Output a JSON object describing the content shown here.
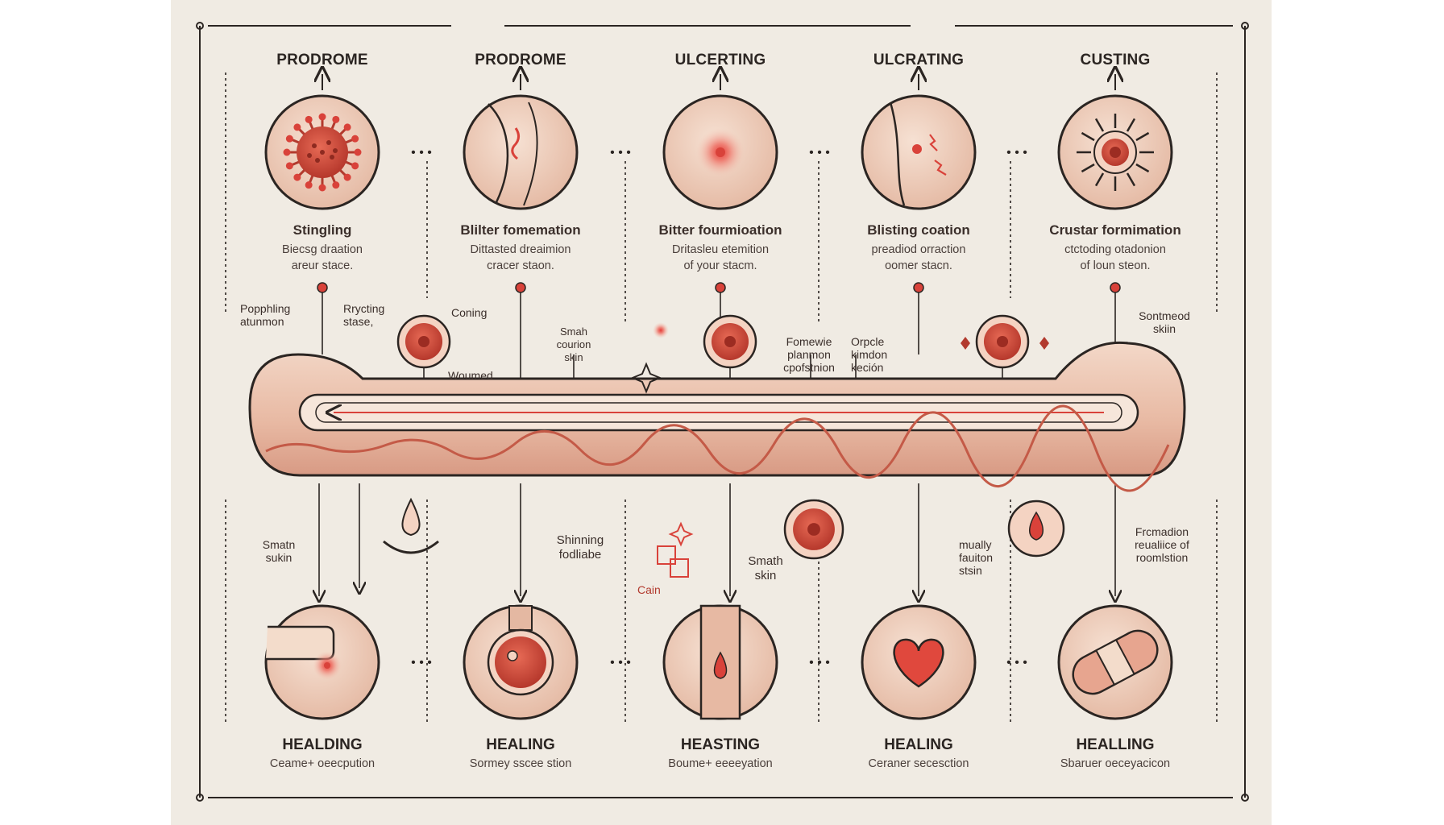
{
  "colors": {
    "paper": "#f0ebe3",
    "ink": "#2b2522",
    "skin": "#e9c2ad",
    "skin_light": "#f3dccb",
    "red": "#d9423a",
    "red_dark": "#b23a2e",
    "band": "#e7b9a3"
  },
  "top_stages": [
    {
      "title": "PRODROME",
      "name": "Stingling",
      "desc": [
        "Biecsg draation",
        "areur stace."
      ],
      "icon": "virus-icon"
    },
    {
      "title": "PRODROME",
      "name": "Blilter fomemation",
      "desc": [
        "Dittasted dreaimion",
        "cracer staon."
      ],
      "icon": "skin-fold-icon"
    },
    {
      "title": "ULCERTING",
      "name": "Bitter fourmioation",
      "desc": [
        "Dritasleu etemition",
        "of your stacm."
      ],
      "icon": "red-spot-icon"
    },
    {
      "title": "ULCRATING",
      "name": "Blisting coation",
      "desc": [
        "preadiod orraction",
        "oomer stacn."
      ],
      "icon": "cracked-skin-icon"
    },
    {
      "title": "CUSTING",
      "name": "Crustar formimation",
      "desc": [
        "ctctoding otadonion",
        "of loun steon."
      ],
      "icon": "crust-sun-icon"
    }
  ],
  "bottom_stages": [
    {
      "title": "HEALDING",
      "desc": "Ceame+ oeecpution",
      "icon": "corner-spot-icon"
    },
    {
      "title": "HEALING",
      "desc": "Sormey sscee stion",
      "icon": "crusted-lesion-icon"
    },
    {
      "title": "HEASTING",
      "desc": "Boume+ eeeeyation",
      "icon": "drop-strip-icon"
    },
    {
      "title": "HEALING",
      "desc": "Ceraner secesction",
      "icon": "heart-icon"
    },
    {
      "title": "HEALLING",
      "desc": "Sbaruer oeceyacicon",
      "icon": "bandage-icon"
    }
  ],
  "annotations": {
    "popphling": [
      "Popphling",
      "atunmon"
    ],
    "rrycting": [
      "Rrycting",
      "stase,"
    ],
    "coning": [
      "Coning"
    ],
    "woumed": [
      "Woumed"
    ],
    "smah_courion": [
      "Smah",
      "courion",
      "skin"
    ],
    "fomewie": [
      "Fomewie",
      "planmon",
      "cpofstnion"
    ],
    "orpcle": [
      "Orpcle",
      "kimdon",
      "keción"
    ],
    "sontmeod": [
      "Sontmeod",
      "skiin"
    ],
    "smath_sukin": [
      "Smatn",
      "sukin"
    ],
    "shinning": [
      "Shinning",
      "fodliabe"
    ],
    "cain": [
      "Cain"
    ],
    "smath_skin": [
      "Smath",
      "skin"
    ],
    "mually": [
      "mually",
      "fauiton",
      "stsin"
    ],
    "fremadion": [
      "Frcmadion",
      "reualiice of",
      "roomlstion"
    ]
  }
}
